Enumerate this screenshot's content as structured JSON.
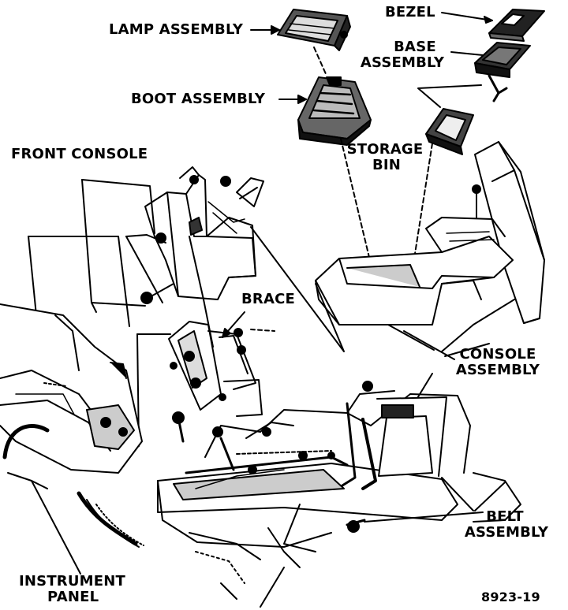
{
  "diagram": {
    "labels": {
      "bezel": "BEZEL",
      "lamp_assembly": "LAMP ASSEMBLY",
      "base_assembly_1": "BASE",
      "base_assembly_2": "ASSEMBLY",
      "boot_assembly": "BOOT ASSEMBLY",
      "storage_bin_1": "STORAGE",
      "storage_bin_2": "BIN",
      "front_console": "FRONT CONSOLE",
      "brace": "BRACE",
      "console_assembly_1": "CONSOLE",
      "console_assembly_2": "ASSEMBLY",
      "belt_assembly_1": "BELT",
      "belt_assembly_2": "ASSEMBLY",
      "instrument_panel_1": "INSTRUMENT",
      "instrument_panel_2": "PANEL",
      "figure_number": "8923-19"
    }
  }
}
